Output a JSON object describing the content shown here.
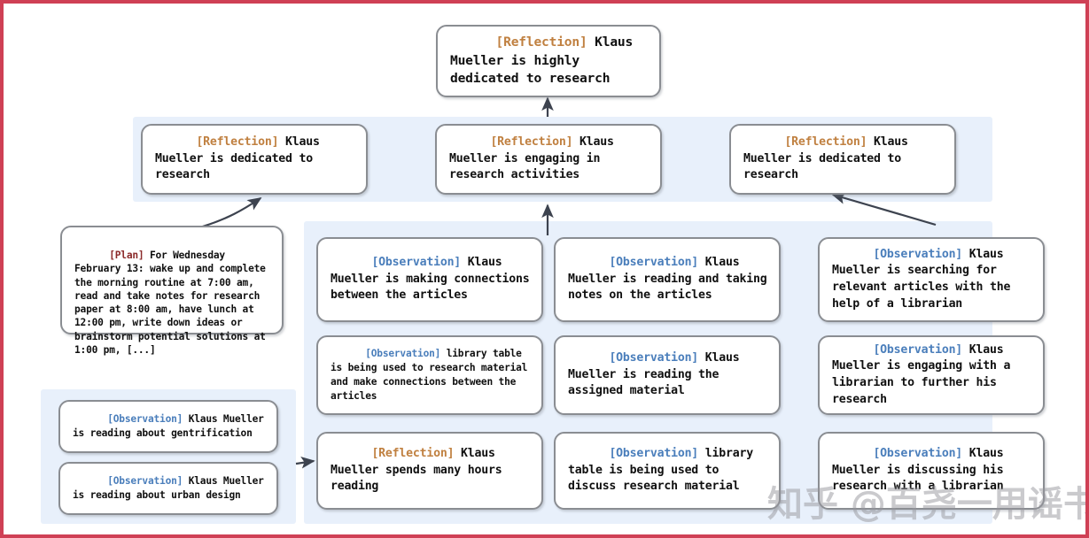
{
  "figure": {
    "border_color": "#cf4055",
    "panel_color": "#e8f0fb",
    "node_border_color": "#8a8d92",
    "tag_colors": {
      "reflection": "#c08040",
      "observation": "#4a7ebb",
      "plan": "#8b2a2a"
    }
  },
  "watermark": {
    "text": "知乎 @百尧一用谣书生"
  },
  "nodes": {
    "top_reflection": {
      "tag": "[Reflection]",
      "tag_type": "reflection",
      "text": " Klaus Mueller is highly dedicated to research"
    },
    "mid_reflection_left": {
      "tag": "[Reflection]",
      "tag_type": "reflection",
      "text": " Klaus Mueller is dedicated to research"
    },
    "mid_reflection_center": {
      "tag": "[Reflection]",
      "tag_type": "reflection",
      "text": " Klaus Mueller is engaging in research activities"
    },
    "mid_reflection_right": {
      "tag": "[Reflection]",
      "tag_type": "reflection",
      "text": " Klaus Mueller is dedicated to research"
    },
    "plan": {
      "tag": "[Plan]",
      "tag_type": "plan",
      "text": " For Wednesday February 13: wake up and complete the morning routine at 7:00 am, read and take notes for research paper at 8:00 am, have lunch at 12:00 pm, write down ideas or brainstorm potential solutions at 1:00 pm, [...]"
    },
    "obs_bottomleft_1": {
      "tag": "[Observation]",
      "tag_type": "observation",
      "text": " Klaus Mueller is reading about gentrification"
    },
    "obs_bottomleft_2": {
      "tag": "[Observation]",
      "tag_type": "observation",
      "text": " Klaus Mueller is reading about urban design"
    },
    "col1_row1": {
      "tag": "[Observation]",
      "tag_type": "observation",
      "text": " Klaus Mueller is making connections between the articles"
    },
    "col1_row2": {
      "tag": "[Observation]",
      "tag_type": "observation",
      "text": " library table is being used to research material and make connections between the articles"
    },
    "col1_row3": {
      "tag": "[Reflection]",
      "tag_type": "reflection",
      "text": " Klaus Mueller spends many hours reading"
    },
    "col2_row1": {
      "tag": "[Observation]",
      "tag_type": "observation",
      "text": " Klaus Mueller is reading and taking notes on the articles"
    },
    "col2_row2": {
      "tag": "[Observation]",
      "tag_type": "observation",
      "text": " Klaus Mueller is reading the assigned material"
    },
    "col2_row3": {
      "tag": "[Observation]",
      "tag_type": "observation",
      "text": " library table is being used to discuss research material"
    },
    "col3_row1": {
      "tag": "[Observation]",
      "tag_type": "observation",
      "text": " Klaus Mueller is searching for relevant articles with the help of a librarian"
    },
    "col3_row2": {
      "tag": "[Observation]",
      "tag_type": "observation",
      "text": " Klaus Mueller is engaging with a librarian to further his research"
    },
    "col3_row3": {
      "tag": "[Observation]",
      "tag_type": "observation",
      "text": " Klaus Mueller is discussing his research with a librarian"
    }
  }
}
